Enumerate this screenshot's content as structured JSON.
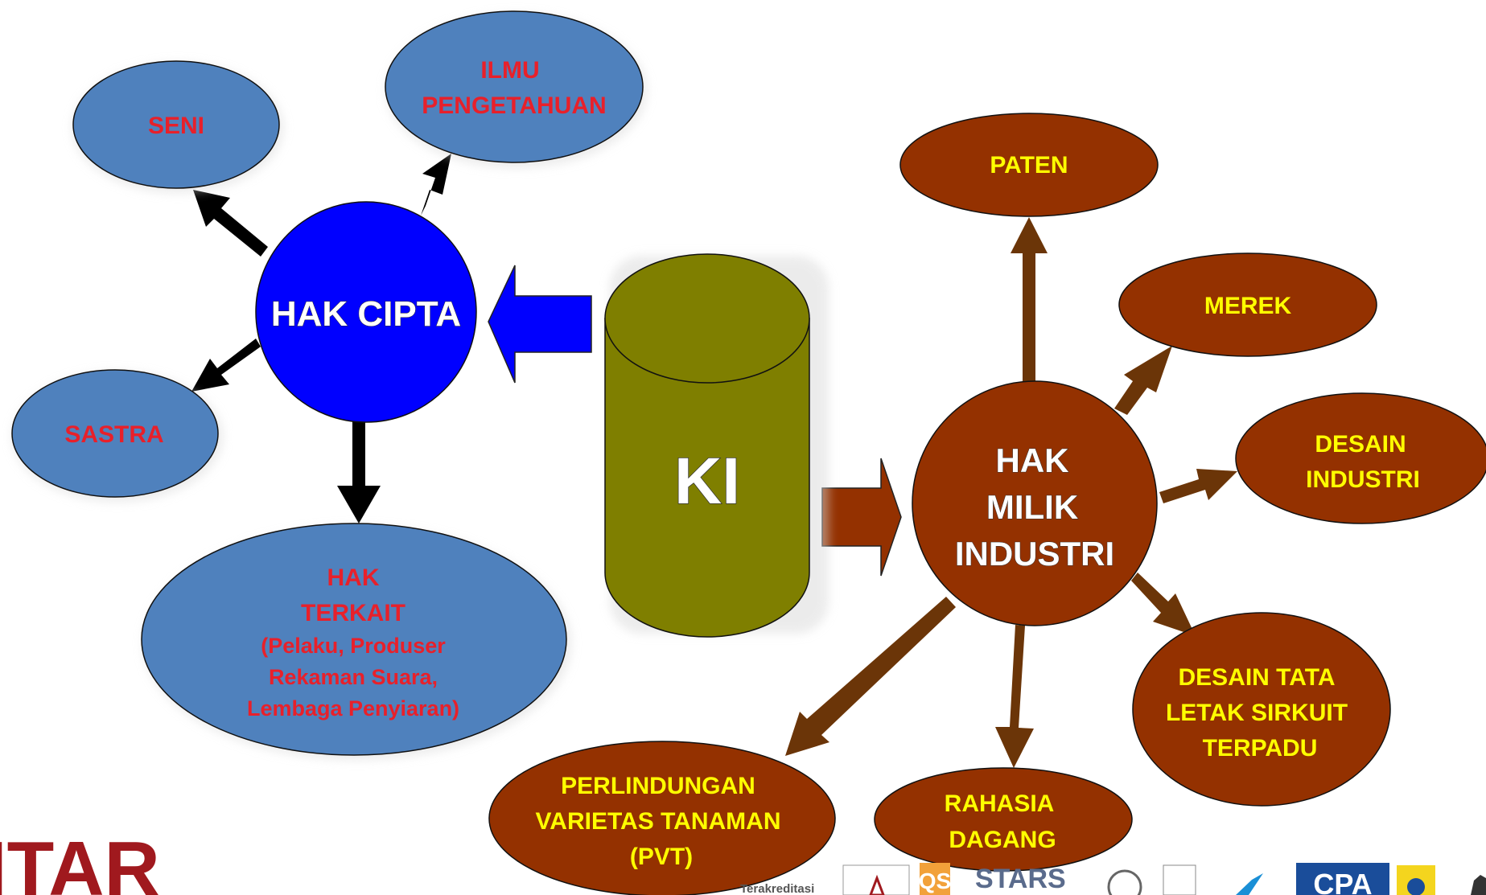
{
  "center": {
    "label": "KI"
  },
  "copyright": {
    "label": "HAK CIPTA",
    "children": {
      "seni": {
        "lines": [
          "SENI"
        ]
      },
      "ilmu": {
        "lines": [
          "ILMU",
          "PENGETAHUAN"
        ]
      },
      "sastra": {
        "lines": [
          "SASTRA"
        ]
      },
      "terkait": {
        "lines": [
          "HAK",
          "TERKAIT",
          "(Pelaku, Produser",
          "Rekaman Suara,",
          "Lembaga Penyiaran)"
        ]
      }
    }
  },
  "industrial": {
    "lines": [
      "HAK",
      "MILIK",
      "INDUSTRI"
    ],
    "children": {
      "paten": {
        "lines": [
          "PATEN"
        ]
      },
      "merek": {
        "lines": [
          "MEREK"
        ]
      },
      "desain": {
        "lines": [
          "DESAIN",
          "INDUSTRI"
        ]
      },
      "tata": {
        "lines": [
          "DESAIN TATA",
          "LETAK SIRKUIT",
          "TERPADU"
        ]
      },
      "rahasia": {
        "lines": [
          "RAHASIA",
          "DAGANG"
        ]
      },
      "pvt": {
        "lines": [
          "PERLINDUNGAN",
          "VARIETAS TANAMAN",
          "(PVT)"
        ]
      }
    }
  },
  "footer": {
    "logo_text": "ITAR",
    "accredited": "Terakreditasi",
    "qs": "QS",
    "stars": "STARS",
    "cpa": "CPA"
  },
  "colors": {
    "copyright_main": "#0000ff",
    "copyright_child": "#4f81bd",
    "copyright_text": "#e8202a",
    "industrial": "#943100",
    "industrial_text": "#ffff00",
    "arrow_brown": "#6b3508",
    "cylinder": "#7f7f00",
    "logo_red": "#a0191e"
  }
}
